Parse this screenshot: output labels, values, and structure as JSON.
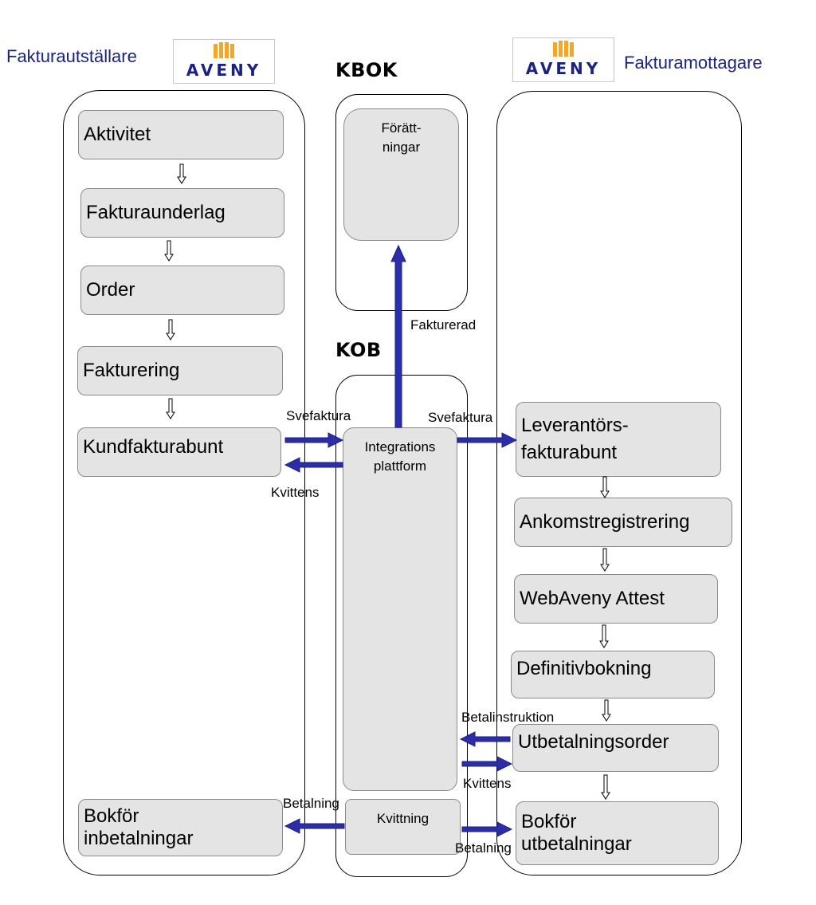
{
  "headers": {
    "issuer": "Fakturautställare",
    "receiver": "Fakturamottagare",
    "kbok": "KBOK",
    "kob": "KOB"
  },
  "logo": {
    "text": "AVENY",
    "color": "#1a237e",
    "mark_color": "#f5a623"
  },
  "issuer_steps": [
    "Aktivitet",
    "Fakturaunderlag",
    "Order",
    "Fakturering",
    "Kundfakturabunt"
  ],
  "issuer_bottom": {
    "line1": "Bokför",
    "line2": "inbetalningar"
  },
  "kbok_box": {
    "line1": "Förätt-",
    "line2": "ningar"
  },
  "kob_boxes": {
    "platform_line1": "Integrations",
    "platform_line2": "plattform",
    "kvittning": "Kvittning"
  },
  "receiver_steps": {
    "bunt_line1": "Leverantörs-",
    "bunt_line2": "fakturabunt",
    "ankomst": "Ankomstregistrering",
    "attest": "WebAveny Attest",
    "definitiv": "Definitivbokning",
    "utbetalningsorder": "Utbetalningsorder",
    "bokfor_line1": "Bokför",
    "bokfor_line2": "utbetalningar"
  },
  "flow_labels": {
    "fakturerad": "Fakturerad",
    "svefaktura_left": "Svefaktura",
    "svefaktura_right": "Svefaktura",
    "kvittens_left": "Kvittens",
    "betalinstruktion": "Betalinstruktion",
    "kvittens_right": "Kvittens",
    "betalning_left": "Betalning",
    "betalning_right": "Betalning"
  },
  "colors": {
    "arrow": "#2b2ea8",
    "box_fill": "#e4e4e4",
    "title": "#1a237e"
  }
}
